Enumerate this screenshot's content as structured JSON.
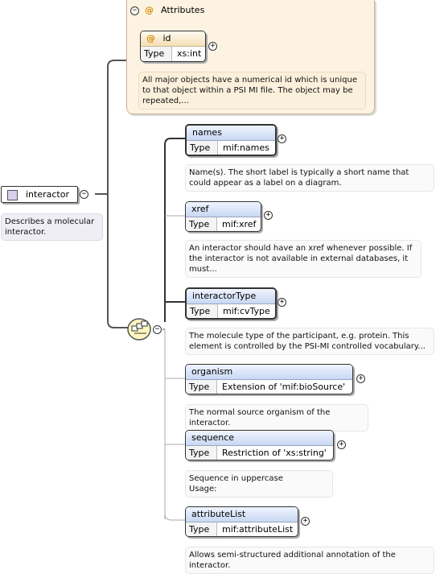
{
  "attributes": {
    "title": "Attributes",
    "at_glyph": "@",
    "id": {
      "name": "id",
      "type_label": "Type",
      "type": "xs:int"
    },
    "doc": "All major objects have a numerical id which is unique to that object within a PSI MI file. The object may be repeated,..."
  },
  "root": {
    "name": "interactor",
    "doc": "Describes a molecular interactor."
  },
  "elements": [
    {
      "name": "names",
      "type_label": "Type",
      "type": "mif:names",
      "doc": "Name(s). The short label is typically a short name that could appear as a label on a diagram."
    },
    {
      "name": "xref",
      "type_label": "Type",
      "type": "mif:xref",
      "doc": "An interactor should have an xref whenever possible. If the interactor is not available in external databases, it must..."
    },
    {
      "name": "interactorType",
      "type_label": "Type",
      "type": "mif:cvType",
      "doc": "The molecule type of the participant, e.g. protein. This element is controlled by the PSI-MI controlled vocabulary..."
    },
    {
      "name": "organism",
      "type_label": "Type",
      "type": "Extension of 'mif:bioSource'",
      "doc": "The normal source organism of the interactor."
    },
    {
      "name": "sequence",
      "type_label": "Type",
      "type": "Restriction of 'xs:string'",
      "doc": "Sequence in uppercase\nUsage:"
    },
    {
      "name": "attributeList",
      "type_label": "Type",
      "type": "mif:attributeList",
      "doc": "Allows semi-structured additional annotation of the interactor."
    }
  ],
  "colors": {
    "attr_bg": "#fdf3e2",
    "header_blue": "#c8d7f2",
    "root_icon": "#d8cfee",
    "seq_yellow": "#fff6c0"
  }
}
